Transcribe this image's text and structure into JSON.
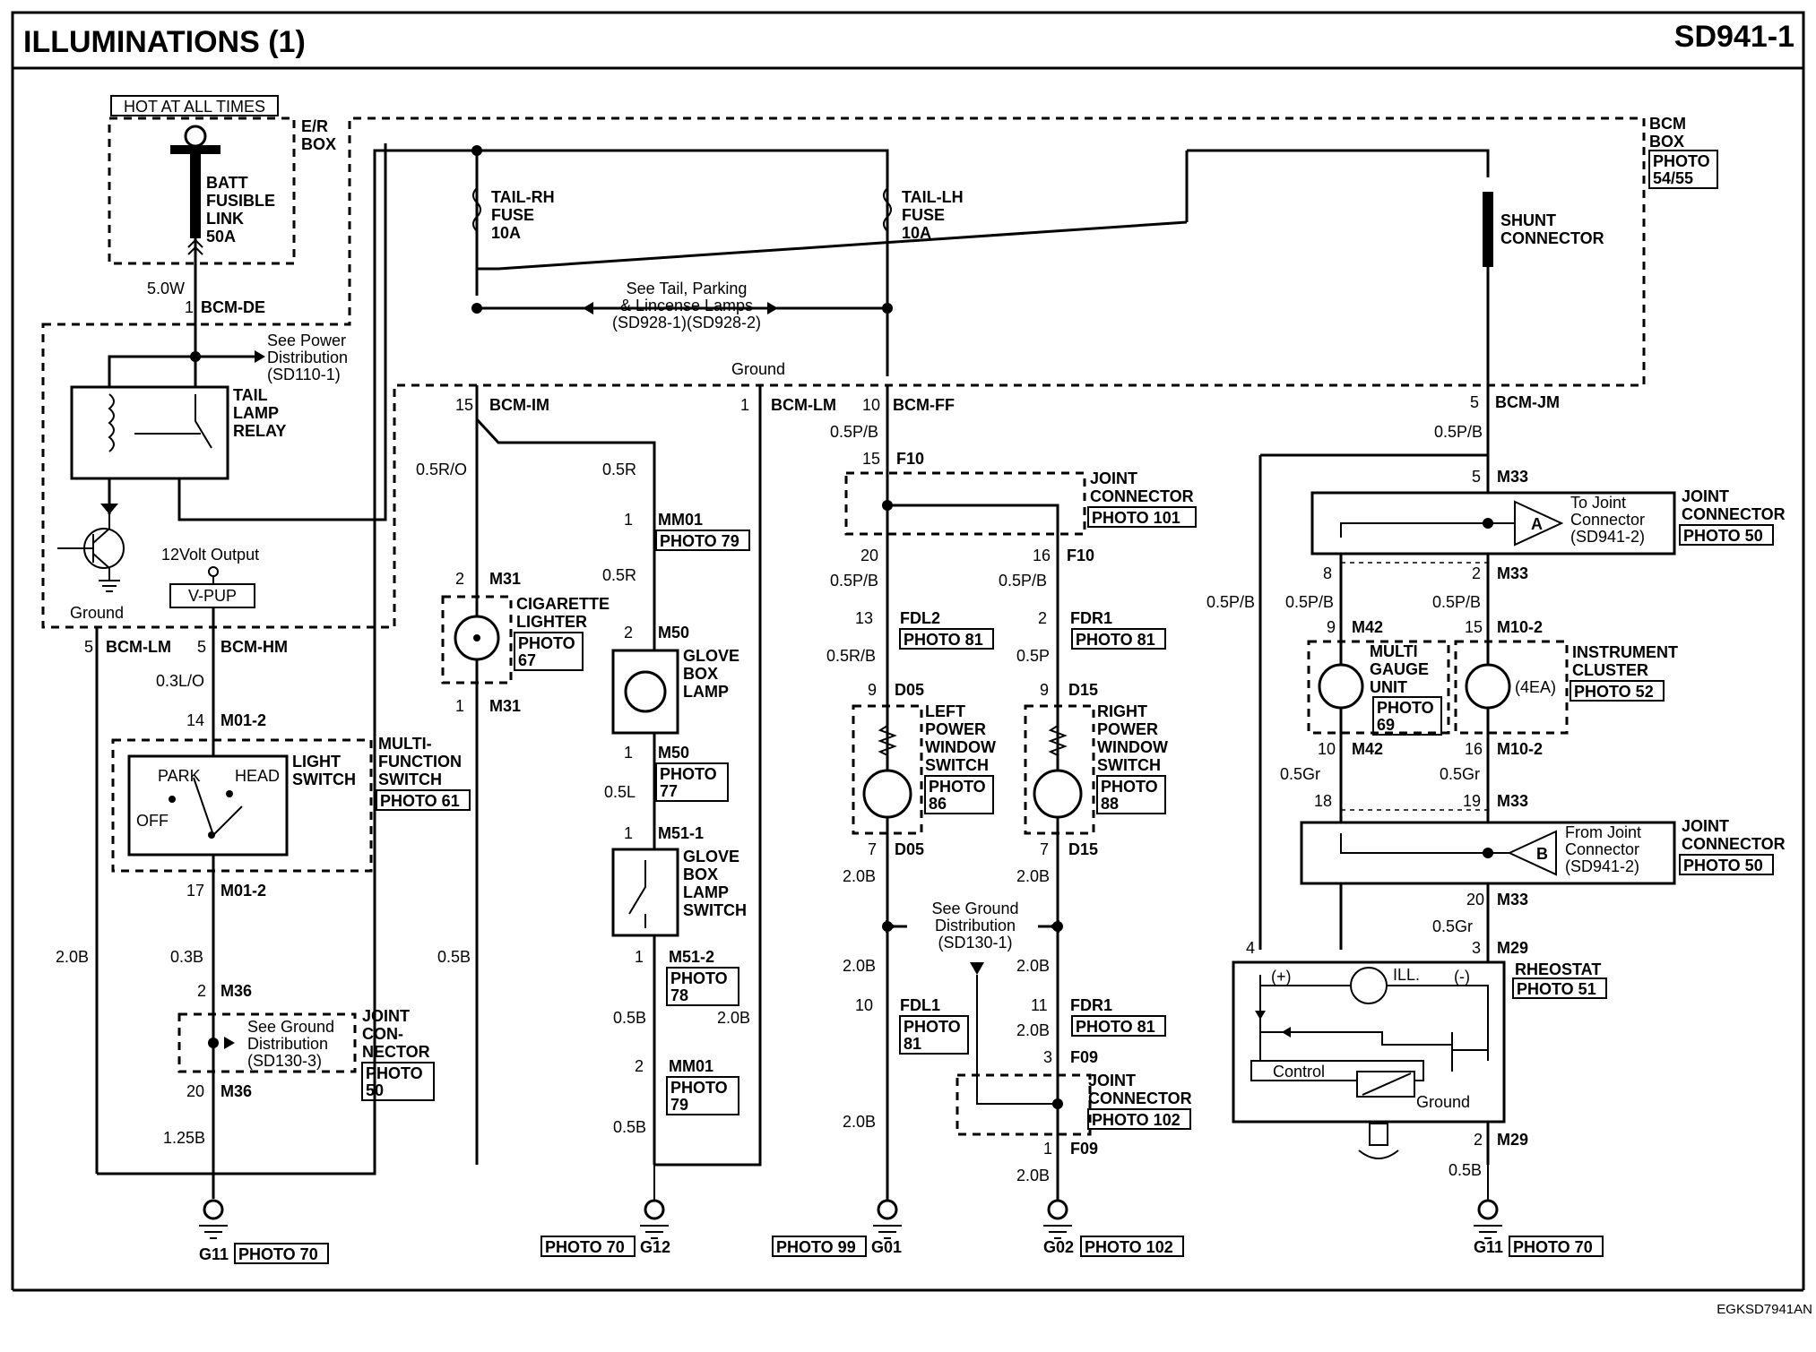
{
  "header": {
    "title": "ILLUMINATIONS (1)",
    "code": "SD941-1"
  },
  "footer": {
    "code": "EGKSD7941AN"
  },
  "power": {
    "hot_label": "HOT AT ALL TIMES",
    "er_box": [
      "E/R",
      "BOX"
    ],
    "batt_link": [
      "BATT",
      "FUSIBLE",
      "LINK",
      "50A"
    ],
    "bcm_box": [
      "BCM",
      "BOX"
    ],
    "bcm_photo": [
      "PHOTO",
      "54/55"
    ],
    "fuse_rh": [
      "TAIL-RH",
      "FUSE",
      "10A"
    ],
    "fuse_lh": [
      "TAIL-LH",
      "FUSE",
      "10A"
    ],
    "shunt": [
      "SHUNT",
      "CONNECTOR"
    ],
    "see_tail": [
      "See Tail, Parking",
      "& Lincense Lamps",
      "(SD928-1)(SD928-2)"
    ],
    "see_power": [
      "See Power",
      "Distribution",
      "(SD110-1)"
    ],
    "relay": [
      "TAIL",
      "LAMP",
      "RELAY"
    ],
    "wire_5w": "5.0W",
    "bcm_de_pin": "1",
    "bcm_de": "BCM-DE",
    "ground_top": "Ground",
    "ground_left": "Ground",
    "volt_output": "12Volt Output",
    "vpup": "V-PUP"
  },
  "bcm_pins": {
    "im_pin": "15",
    "im": "BCM-IM",
    "lm_pin": "1",
    "lm": "BCM-LM",
    "ff_pin": "10",
    "ff": "BCM-FF",
    "jm_pin": "5",
    "jm": "BCM-JM",
    "lm2_pin": "5",
    "lm2": "BCM-LM",
    "hm_pin": "5",
    "hm": "BCM-HM"
  },
  "left": {
    "w_03lo": "0.3L/O",
    "m012_top_pin": "14",
    "m012_top": "M01-2",
    "switch_park": "PARK",
    "switch_head": "HEAD",
    "switch_off": "OFF",
    "light_switch": [
      "LIGHT",
      "SWITCH"
    ],
    "multi_function": [
      "MULTI-",
      "FUNCTION",
      "SWITCH"
    ],
    "mf_photo": "PHOTO 61",
    "m012_bot_pin": "17",
    "m012_bot": "M01-2",
    "w_20b": "2.0B",
    "w_03b": "0.3B",
    "m36_top_pin": "2",
    "m36_top": "M36",
    "see_ground": [
      "See Ground",
      "Distribution",
      "(SD130-3)"
    ],
    "joint_connector": [
      "JOINT",
      "CON-",
      "NECTOR"
    ],
    "jc_photo": [
      "PHOTO",
      "50"
    ],
    "m36_bot_pin": "20",
    "m36_bot": "M36",
    "w_125b": "1.25B",
    "g11": "G11",
    "g11_photo": "PHOTO 70"
  },
  "middle": {
    "w_05ro": "0.5R/O",
    "m31_top_pin": "2",
    "m31_top": "M31",
    "cigarette": [
      "CIGARETTE",
      "LIGHTER"
    ],
    "cig_photo": [
      "PHOTO",
      "67"
    ],
    "m31_bot_pin": "1",
    "m31_bot": "M31",
    "w_05b": "0.5B",
    "w_05r": "0.5R",
    "mm01_top_pin": "1",
    "mm01_top": "MM01",
    "mm01_photo": "PHOTO 79",
    "w_05r2": "0.5R",
    "m50_top_pin": "2",
    "m50_top": "M50",
    "glove_lamp": [
      "GLOVE",
      "BOX",
      "LAMP"
    ],
    "m50_bot_pin": "1",
    "m50_bot": "M50",
    "m50_photo": [
      "PHOTO",
      "77"
    ],
    "w_05l": "0.5L",
    "m511_pin": "1",
    "m511": "M51-1",
    "glove_switch": [
      "GLOVE",
      "BOX",
      "LAMP",
      "SWITCH"
    ],
    "m512_pin": "1",
    "m512": "M51-2",
    "m512_photo": [
      "PHOTO",
      "78"
    ],
    "w_05b2": "0.5B",
    "w_20b2": "2.0B",
    "mm01_bot_pin": "2",
    "mm01_bot": "MM01",
    "mm01b_photo": [
      "PHOTO",
      "79"
    ],
    "w_05b3": "0.5B",
    "g12_photo": "PHOTO 70",
    "g12": "G12"
  },
  "doors": {
    "w_05pb": "0.5P/B",
    "f10_pin": "15",
    "f10": "F10",
    "joint": [
      "JOINT",
      "CONNECTOR"
    ],
    "joint_photo": "PHOTO 101",
    "pin20": "20",
    "pin16": "16",
    "f10b": "F10",
    "w_05pb2": "0.5P/B",
    "w_05pb3": "0.5P/B",
    "fdl2_pin": "13",
    "fdl2": "FDL2",
    "fdl2_photo": "PHOTO 81",
    "fdr1_pin": "2",
    "fdr1": "FDR1",
    "fdr1_photo": "PHOTO 81",
    "w_05rb": "0.5R/B",
    "w_05p": "0.5P",
    "d05_top_pin": "9",
    "d05_top": "D05",
    "d15_top_pin": "9",
    "d15_top": "D15",
    "left_pws": [
      "LEFT",
      "POWER",
      "WINDOW",
      "SWITCH"
    ],
    "left_photo": [
      "PHOTO",
      "86"
    ],
    "right_pws": [
      "RIGHT",
      "POWER",
      "WINDOW",
      "SWITCH"
    ],
    "right_photo": [
      "PHOTO",
      "88"
    ],
    "d05_bot_pin": "7",
    "d05_bot": "D05",
    "d15_bot_pin": "7",
    "d15_bot": "D15",
    "w_20b_a": "2.0B",
    "w_20b_b": "2.0B",
    "see_ground": [
      "See Ground",
      "Distribution",
      "(SD130-1)"
    ],
    "w_20b_c": "2.0B",
    "w_20b_d": "2.0B",
    "fdl1_pin": "10",
    "fdl1": "FDL1",
    "fdl1_photo": [
      "PHOTO",
      "81"
    ],
    "fdr1b_pin": "11",
    "fdr1b": "FDR1",
    "fdr1b_photo": "PHOTO 81",
    "w_20b_e": "2.0B",
    "f09_top_pin": "3",
    "f09_top": "F09",
    "joint2": [
      "JOINT",
      "CONNECTOR"
    ],
    "joint2_photo": "PHOTO 102",
    "f09_bot_pin": "1",
    "f09_bot": "F09",
    "w_20b_f": "2.0B",
    "w_20b_g": "2.0B",
    "g01_photo": "PHOTO 99",
    "g01": "G01",
    "g02": "G02",
    "g02_photo": "PHOTO 102"
  },
  "right": {
    "w_05pb": "0.5P/B",
    "m33_pin": "5",
    "m33": "M33",
    "to_joint": [
      "To Joint",
      "Connector",
      "(SD941-2)"
    ],
    "tri_a": "A",
    "joint_a": [
      "JOINT",
      "CONNECTOR"
    ],
    "joint_a_photo": "PHOTO 50",
    "pin8": "8",
    "pin2": "2",
    "m33b": "M33",
    "w_05pb_l": "0.5P/B",
    "w_05pb_m": "0.5P/B",
    "w_05pb_r": "0.5P/B",
    "m42_top_pin": "9",
    "m42_top": "M42",
    "m102_top_pin": "15",
    "m102_top": "M10-2",
    "multi_gauge": [
      "MULTI",
      "GAUGE",
      "UNIT"
    ],
    "mg_photo": [
      "PHOTO",
      "69"
    ],
    "four_ea": "(4EA)",
    "cluster": [
      "INSTRUMENT",
      "CLUSTER"
    ],
    "cluster_photo": "PHOTO 52",
    "m42_bot_pin": "10",
    "m42_bot": "M42",
    "m102_bot_pin": "16",
    "m102_bot": "M10-2",
    "w_05gr": "0.5Gr",
    "w_05gr2": "0.5Gr",
    "pin18": "18",
    "pin19": "19",
    "m33c": "M33",
    "from_joint": [
      "From Joint",
      "Connector",
      "(SD941-2)"
    ],
    "tri_b": "B",
    "joint_b": [
      "JOINT",
      "CONNECTOR"
    ],
    "joint_b_photo": "PHOTO 50",
    "pin20": "20",
    "m33d": "M33",
    "w_05gr3": "0.5Gr",
    "pin4": "4",
    "pin3": "3",
    "m29": "M29",
    "rheostat": "RHEOSTAT",
    "rheo_photo": "PHOTO 51",
    "plus": "(+)",
    "ill": "ILL.",
    "minus": "(-)",
    "control": "Control",
    "ground": "Ground",
    "m29b_pin": "2",
    "m29b": "M29",
    "w_05b": "0.5B",
    "g11": "G11",
    "g11_photo": "PHOTO 70"
  }
}
